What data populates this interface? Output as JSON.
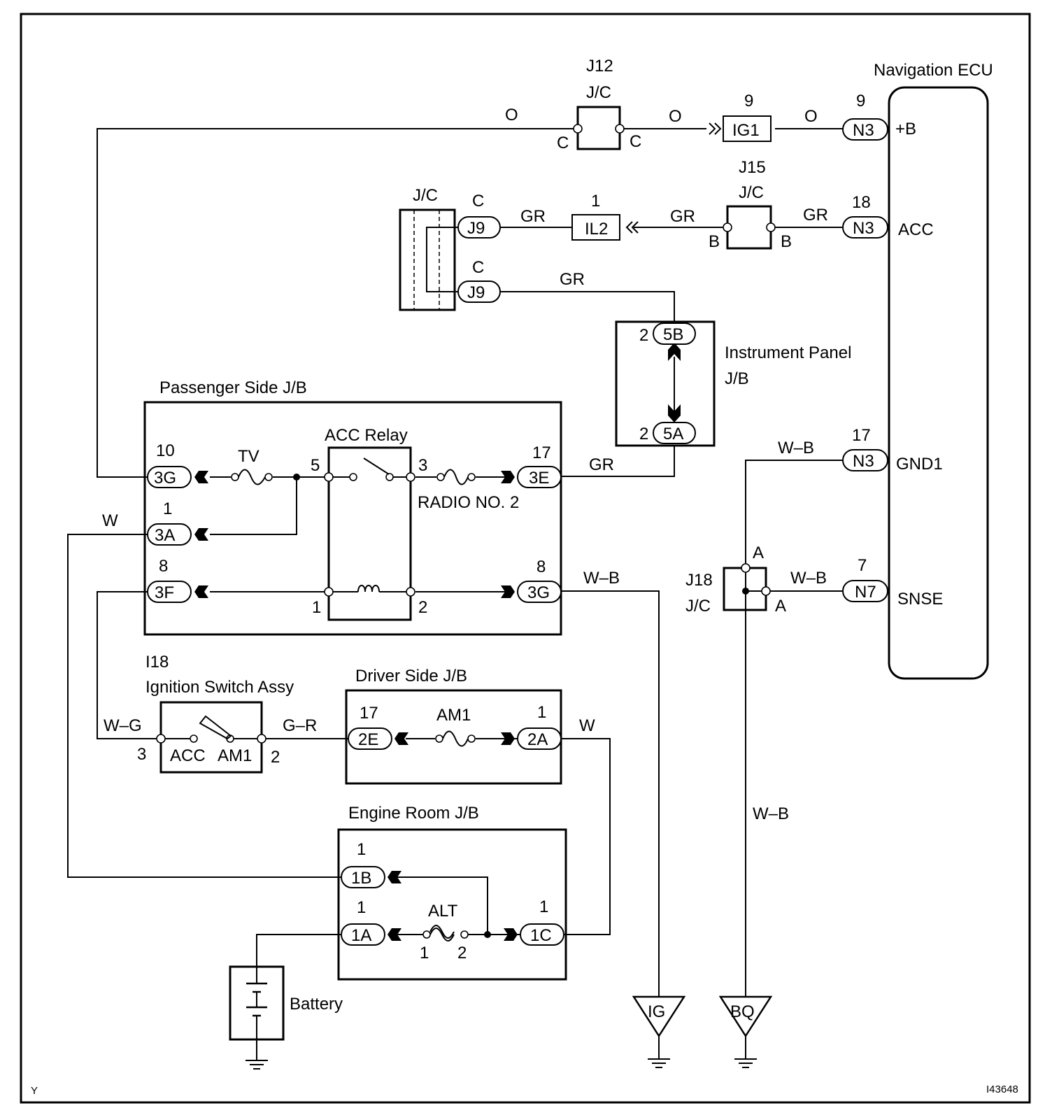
{
  "components": {
    "j12": {
      "ref": "J12",
      "type": "J/C",
      "pin_left": "C",
      "pin_right": "C"
    },
    "j15": {
      "ref": "J15",
      "type": "J/C",
      "pin_left": "B",
      "pin_right": "B"
    },
    "jc_left": {
      "type": "J/C"
    },
    "j18": {
      "ref": "J18",
      "type": "J/C",
      "pin_top": "A",
      "pin_right": "A"
    },
    "nav_ecu": {
      "title": "Navigation ECU",
      "pins": [
        "+B",
        "ACC",
        "GND1",
        "SNSE"
      ]
    },
    "ip_jb": {
      "title_line1": "Instrument Panel",
      "title_line2": "J/B"
    },
    "pass_jb": {
      "title": "Passenger Side J/B",
      "relay_title": "ACC Relay",
      "fuse_tv": "TV",
      "fuse_radio": "RADIO NO. 2"
    },
    "ign": {
      "ref": "I18",
      "title": "Ignition Switch Assy",
      "acc": "ACC",
      "am1": "AM1"
    },
    "drv_jb": {
      "title": "Driver Side J/B",
      "fuse": "AM1"
    },
    "eng_jb": {
      "title": "Engine Room J/B",
      "fuse": "ALT"
    },
    "battery": {
      "label": "Battery"
    },
    "grounds": [
      "IG",
      "BQ"
    ]
  },
  "connectors": {
    "ig1": {
      "name": "IG1",
      "pin": "9"
    },
    "n3_b": {
      "name": "N3",
      "pin": "9"
    },
    "j9_top": {
      "name": "J9",
      "pin": "C"
    },
    "il2": {
      "name": "IL2",
      "pin": "1"
    },
    "n3_acc": {
      "name": "N3",
      "pin": "18"
    },
    "j9_bot": {
      "name": "J9",
      "pin": "C"
    },
    "ip_5b": {
      "name": "5B",
      "pin": "2"
    },
    "ip_5a": {
      "name": "5A",
      "pin": "2"
    },
    "n3_gnd": {
      "name": "N3",
      "pin": "17"
    },
    "n7": {
      "name": "N7",
      "pin": "7"
    },
    "p_3g_left": {
      "name": "3G",
      "pin": "10"
    },
    "p_3a": {
      "name": "3A",
      "pin": "1"
    },
    "p_3f": {
      "name": "3F",
      "pin": "8"
    },
    "p_3e": {
      "name": "3E",
      "pin": "17"
    },
    "p_3g_right": {
      "name": "3G",
      "pin": "8"
    },
    "d_2e": {
      "name": "2E",
      "pin": "17"
    },
    "d_2a": {
      "name": "2A",
      "pin": "1"
    },
    "e_1b": {
      "name": "1B",
      "pin": "1"
    },
    "e_1a": {
      "name": "1A",
      "pin": "1"
    },
    "e_1c": {
      "name": "1C",
      "pin": "1"
    }
  },
  "pin_numbers": {
    "relay_5": "5",
    "relay_3": "3",
    "relay_1": "1",
    "relay_2": "2",
    "ign_3": "3",
    "ign_2": "2",
    "alt_1": "1",
    "alt_2": "2"
  },
  "wire_colors": {
    "o1": "O",
    "o2": "O",
    "o3": "O",
    "gr1": "GR",
    "gr2": "GR",
    "gr3": "GR",
    "gr4": "GR",
    "gr5": "GR",
    "wb1": "W–B",
    "wb2": "W–B",
    "wb3": "W–B",
    "wb4": "W–B",
    "w1": "W",
    "w2": "W",
    "wg": "W–G",
    "gr_r": "G–R"
  },
  "footer": {
    "left": "Y",
    "right": "I43648"
  }
}
